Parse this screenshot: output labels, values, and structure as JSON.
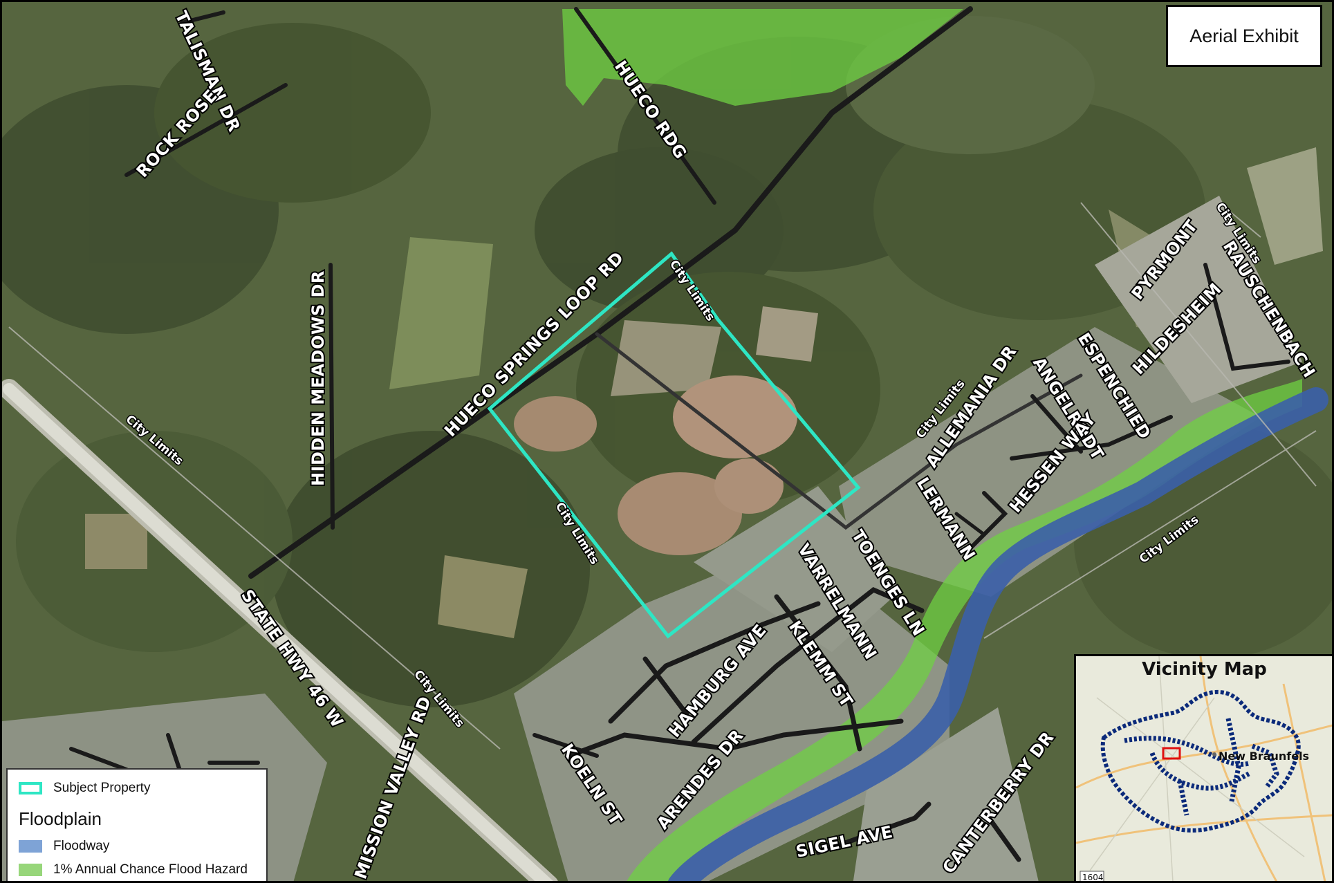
{
  "title": "Aerial Exhibit",
  "map_labels": {
    "roads": {
      "talisman_dr": "TALISMAN DR",
      "rock_rose": "ROCK ROSE",
      "hueco_rdg": "HUECO RDG",
      "hidden_meadows_dr": "HIDDEN MEADOWS DR",
      "hueco_springs_loop_rd": "HUECO SPRINGS LOOP RD",
      "state_hwy_46_w": "STATE HWY 46 W",
      "mission_valley_rd": "MISSION VALLEY RD",
      "pyrmont": "PYRMONT",
      "rauschenbach": "RAUSCHENBACH",
      "hildesheim": "HILDESHEIM",
      "espenchied": "ESPENCHIED",
      "angelrodt": "ANGELRODT",
      "allemania_dr": "ALLEMANIA DR",
      "hessen_way": "HESSEN WAY",
      "lermann": "LERMANN",
      "toenges_ln": "TOENGES LN",
      "varrelmann": "VARRELMANN",
      "klemm_st": "KLEMM ST",
      "hamburg_ave": "HAMBURG AVE",
      "koeln_st": "KOELN ST",
      "arendes_dr": "ARENDES DR",
      "sigel_ave": "SIGEL AVE",
      "canterberry_dr": "CANTERBERRY DR"
    },
    "city_limits": "City Limits"
  },
  "legend": {
    "subject_property": "Subject Property",
    "heading": "Floodplain",
    "floodway": "Floodway",
    "flood_hazard": "1% Annual Chance Flood Hazard"
  },
  "vicinity_map": {
    "title": "Vicinity Map",
    "city": "New Braunfels",
    "shield": "1604"
  },
  "colors": {
    "subject_property": "#2ee6c4",
    "floodway": "#3b5fa8",
    "flood_hazard": "#6fd043",
    "city_limits_vicinity": "#0b2a7a",
    "vicinity_marker": "#e01010",
    "road": "#1a1a1a"
  }
}
